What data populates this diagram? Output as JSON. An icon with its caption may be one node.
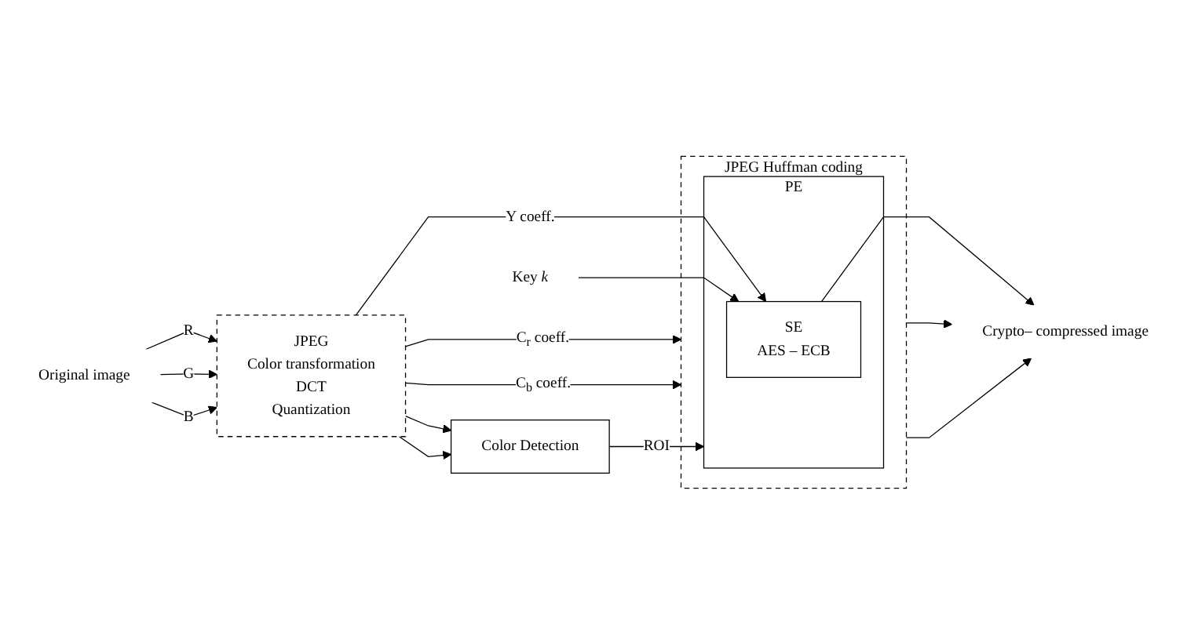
{
  "diagram": {
    "nodes": [
      {
        "text": [
          "Original image"
        ]
      },
      {
        "text": [
          "JPEG",
          "Color transformation",
          "DCT",
          "Quantization"
        ]
      },
      {
        "text": [
          "JPEG Huffman coding"
        ]
      },
      {
        "text": [
          "PE"
        ],
        "in": 2
      },
      {
        "text": [
          "SE",
          "AES – ECB"
        ],
        "in": 3
      },
      {
        "text": [
          "Key *k*"
        ]
      },
      {
        "text": [
          "Color Detection"
        ]
      },
      {
        "text": [
          "Crypto– compressed image"
        ]
      }
    ],
    "edges": [
      {
        "from": 0,
        "to": 1,
        "arrow": "to",
        "label": "R"
      },
      {
        "from": 0,
        "to": 1,
        "arrow": "to",
        "label": "G"
      },
      {
        "from": 0,
        "to": 1,
        "arrow": "to",
        "label": "B"
      },
      {
        "from": 1,
        "to": 4,
        "arrow": "to",
        "label": "Y coeff."
      },
      {
        "from": 1,
        "to": 2,
        "arrow": "to",
        "label": "C$_{r}$ coeff."
      },
      {
        "from": 1,
        "to": 2,
        "arrow": "to",
        "label": "C$_{b}$ coeff."
      },
      {
        "from": 1,
        "to": 6,
        "arrow": "to"
      },
      {
        "from": 1,
        "to": 6,
        "arrow": "to"
      },
      {
        "from": 5,
        "to": 4,
        "arrow": "to"
      },
      {
        "from": 6,
        "to": 3,
        "arrow": "to",
        "label": "ROI"
      },
      {
        "from": 4,
        "to": 7,
        "arrow": "to"
      },
      {
        "from": 2,
        "to": 7,
        "arrow": "to"
      },
      {
        "from": 2,
        "to": 7,
        "arrow": "to"
      }
    ]
  }
}
